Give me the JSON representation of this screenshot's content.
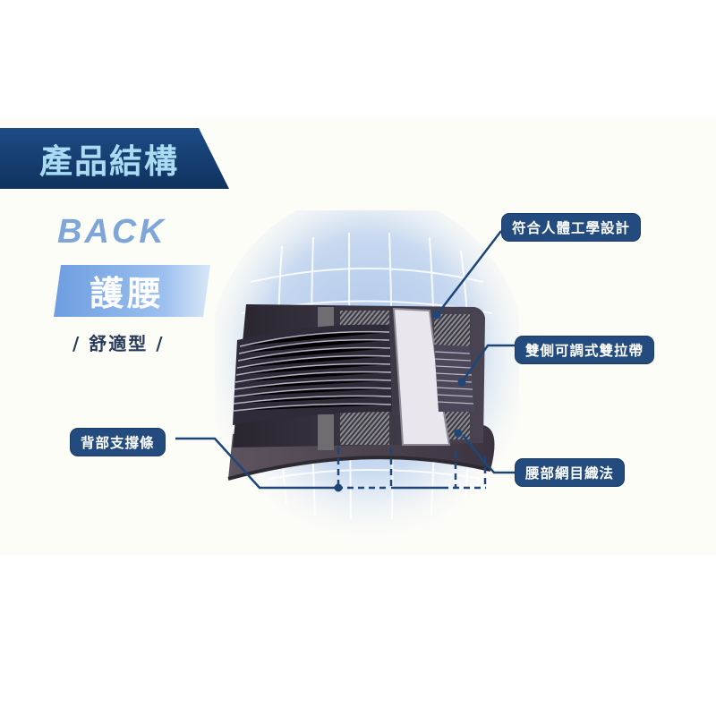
{
  "header": {
    "section_title": "產品結構"
  },
  "product": {
    "category_en": "BACK",
    "category_zh": "護腰",
    "type_label": "/ 舒適型 /"
  },
  "callouts": [
    {
      "label": "符合人體工學設計"
    },
    {
      "label": "雙側可調式雙拉帶"
    },
    {
      "label": "背部支撐條"
    },
    {
      "label": "腰部網目織法"
    }
  ],
  "colors": {
    "banner_dark": "#123a6b",
    "banner_text": "#a9dcf3",
    "back_text": "#7fa6d8",
    "callout_bg": "#234b7d",
    "connector": "#1e4678"
  }
}
